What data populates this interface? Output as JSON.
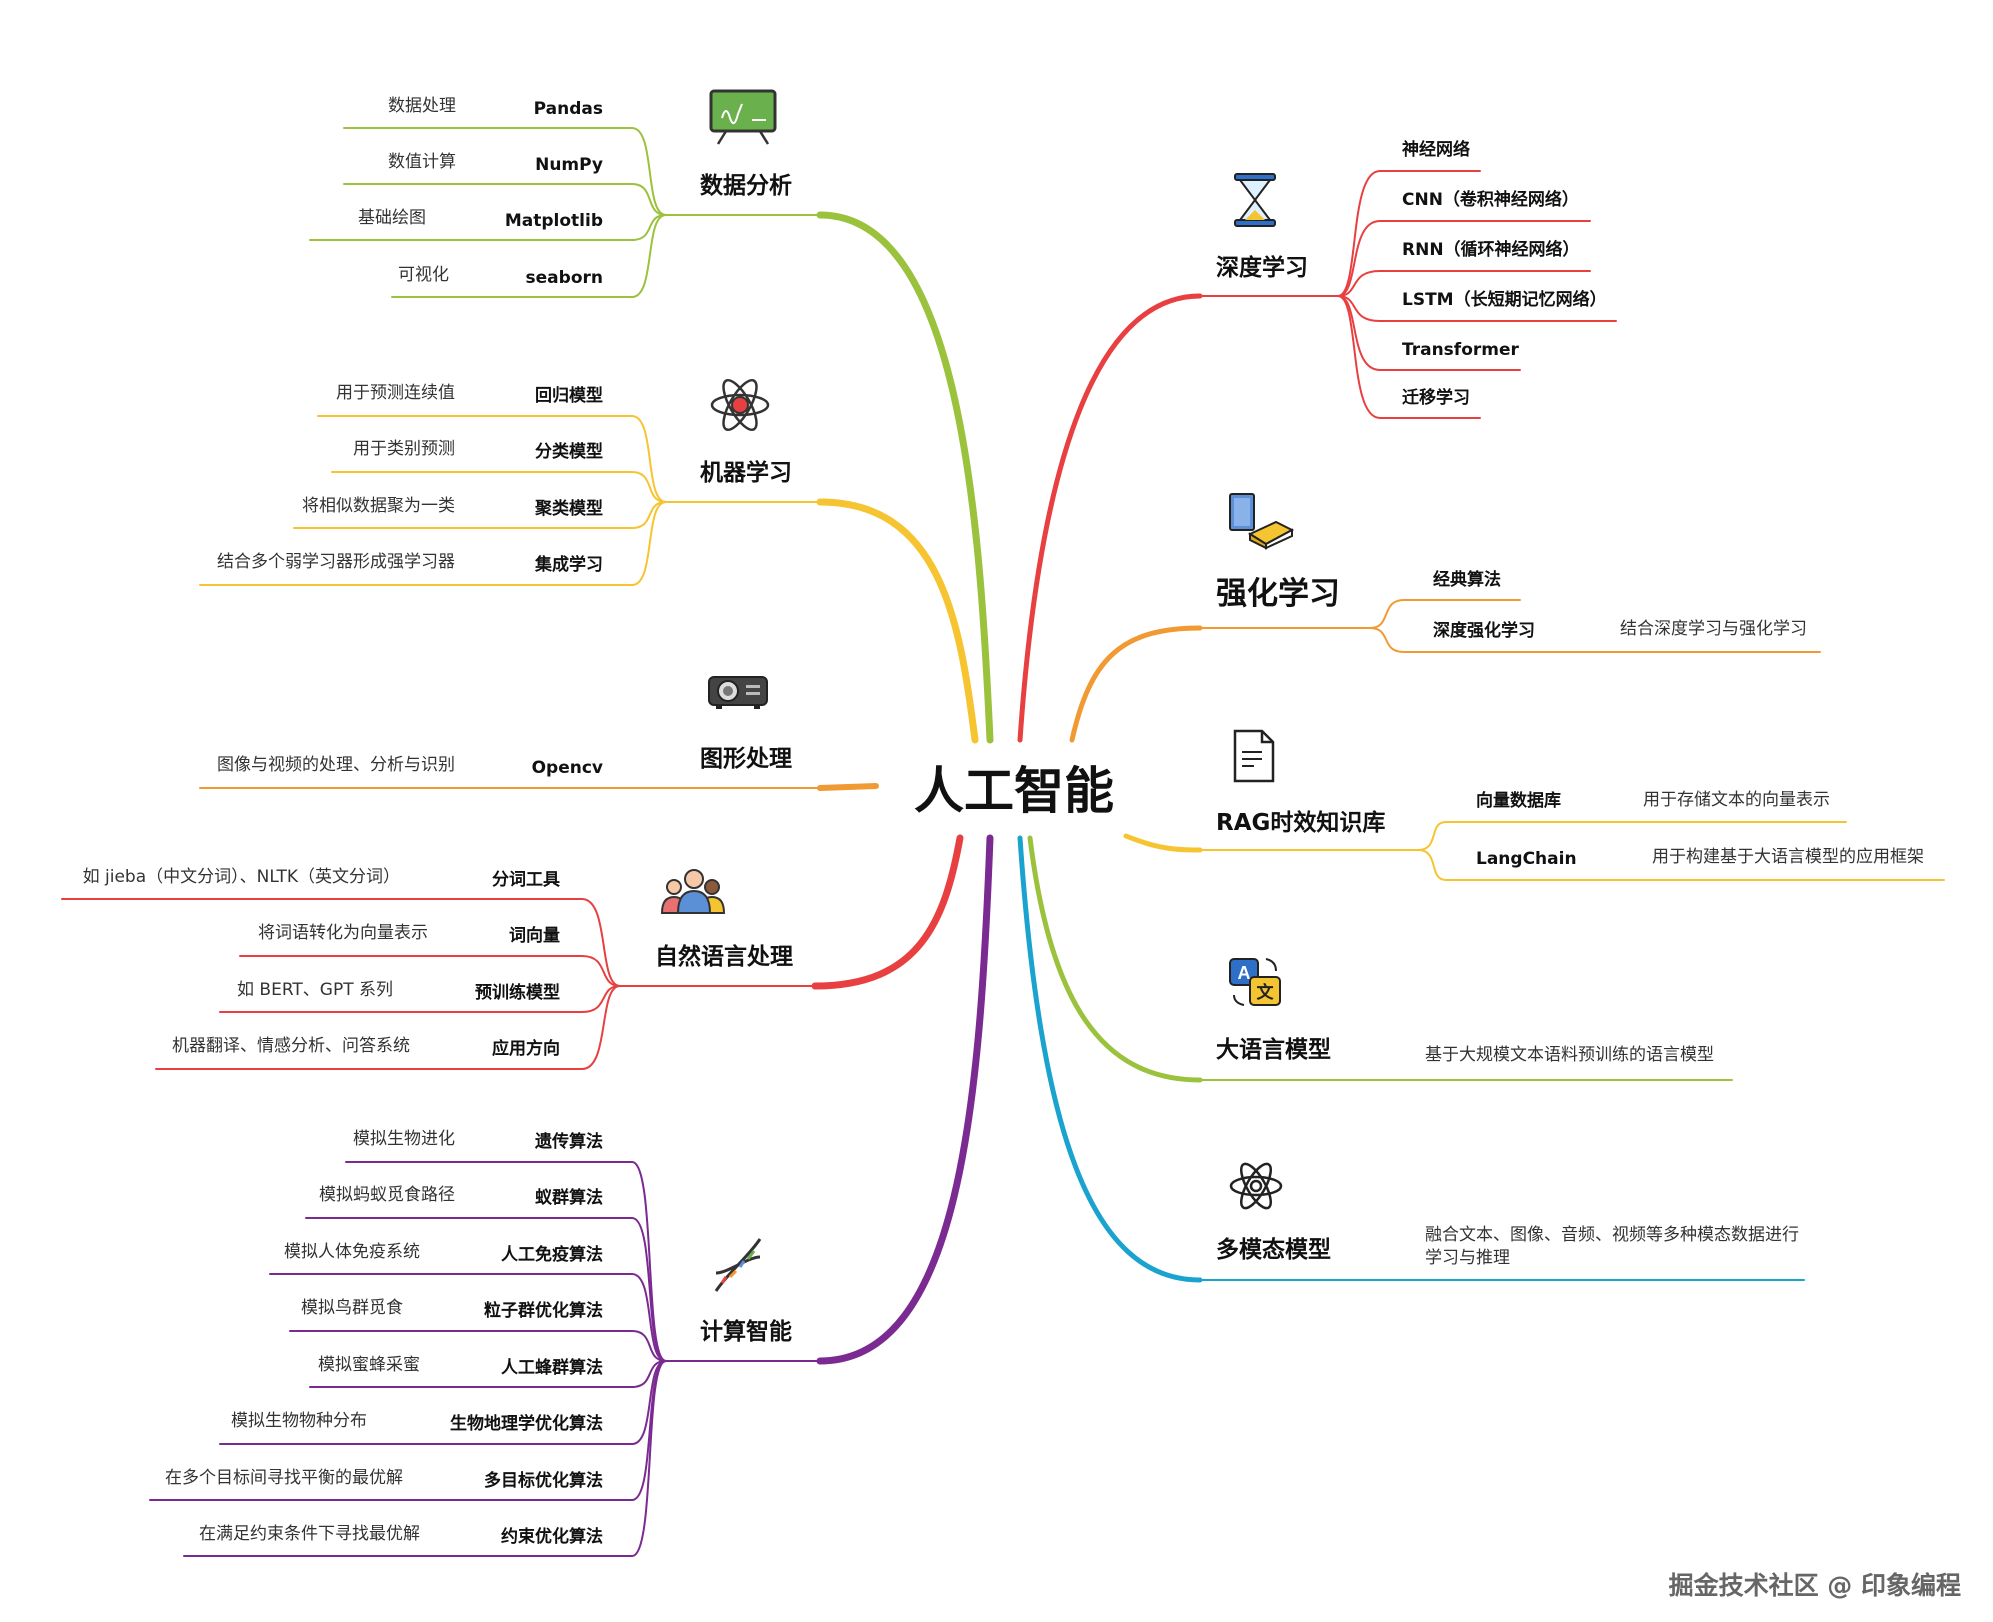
{
  "center": "人工智能",
  "branches": {
    "data_analysis": {
      "label": "数据分析",
      "color": "#9bc23c",
      "icon": "chalkboard-icon",
      "items": [
        {
          "label": "Pandas",
          "desc": "数据处理"
        },
        {
          "label": "NumPy",
          "desc": "数值计算"
        },
        {
          "label": "Matplotlib",
          "desc": "基础绘图"
        },
        {
          "label": "seaborn",
          "desc": "可视化"
        }
      ]
    },
    "machine_learning": {
      "label": "机器学习",
      "color": "#f7c431",
      "icon": "atom-icon",
      "items": [
        {
          "label": "回归模型",
          "desc": "用于预测连续值"
        },
        {
          "label": "分类模型",
          "desc": "用于类别预测"
        },
        {
          "label": "聚类模型",
          "desc": "将相似数据聚为一类"
        },
        {
          "label": "集成学习",
          "desc": "结合多个弱学习器形成强学习器"
        }
      ]
    },
    "image_processing": {
      "label": "图形处理",
      "color": "#f19a33",
      "icon": "projector-icon",
      "items": [
        {
          "label": "Opencv",
          "desc": "图像与视频的处理、分析与识别"
        }
      ]
    },
    "nlp": {
      "label": "自然语言处理",
      "color": "#e84040",
      "icon": "people-icon",
      "items": [
        {
          "label": "分词工具",
          "desc": "如 jieba（中文分词）、NLTK（英文分词）"
        },
        {
          "label": "词向量",
          "desc": "将词语转化为向量表示"
        },
        {
          "label": "预训练模型",
          "desc": "如 BERT、GPT 系列"
        },
        {
          "label": "应用方向",
          "desc": "机器翻译、情感分析、问答系统"
        }
      ]
    },
    "computational_intelligence": {
      "label": "计算智能",
      "color": "#7a2a91",
      "icon": "dna-icon",
      "items": [
        {
          "label": "遗传算法",
          "desc": "模拟生物进化"
        },
        {
          "label": "蚁群算法",
          "desc": "模拟蚂蚁觅食路径"
        },
        {
          "label": "人工免疫算法",
          "desc": "模拟人体免疫系统"
        },
        {
          "label": "粒子群优化算法",
          "desc": "模拟鸟群觅食"
        },
        {
          "label": "人工蜂群算法",
          "desc": "模拟蜜蜂采蜜"
        },
        {
          "label": "生物地理学优化算法",
          "desc": "模拟生物物种分布"
        },
        {
          "label": "多目标优化算法",
          "desc": "在多个目标间寻找平衡的最优解"
        },
        {
          "label": "约束优化算法",
          "desc": "在满足约束条件下寻找最优解"
        }
      ]
    },
    "deep_learning": {
      "label": "深度学习",
      "color": "#e84040",
      "icon": "hourglass-icon",
      "items": [
        {
          "label": "神经网络"
        },
        {
          "label": "CNN（卷积神经网络）"
        },
        {
          "label": "RNN（循环神经网络）"
        },
        {
          "label": "LSTM（长短期记忆网络）"
        },
        {
          "label": "Transformer"
        },
        {
          "label": "迁移学习"
        }
      ]
    },
    "reinforcement_learning": {
      "label": "强化学习",
      "color": "#f19a33",
      "icon": "books-icon",
      "items": [
        {
          "label": "经典算法"
        },
        {
          "label": "深度强化学习",
          "desc": "结合深度学习与强化学习"
        }
      ]
    },
    "rag": {
      "label": "RAG时效知识库",
      "color": "#f7c431",
      "icon": "document-icon",
      "items": [
        {
          "label": "向量数据库",
          "desc": "用于存储文本的向量表示"
        },
        {
          "label": "LangChain",
          "desc": "用于构建基于大语言模型的应用框架"
        }
      ]
    },
    "llm": {
      "label": "大语言模型",
      "color": "#9bc23c",
      "icon": "translate-icon",
      "desc": "基于大规模文本语料预训练的语言模型"
    },
    "multimodal": {
      "label": "多模态模型",
      "color": "#1ba3d0",
      "icon": "atom-outline-icon",
      "desc": "融合文本、图像、音频、视频等多种模态数据进行学习与推理"
    }
  },
  "watermark": "掘金技术社区 @ 印象编程"
}
